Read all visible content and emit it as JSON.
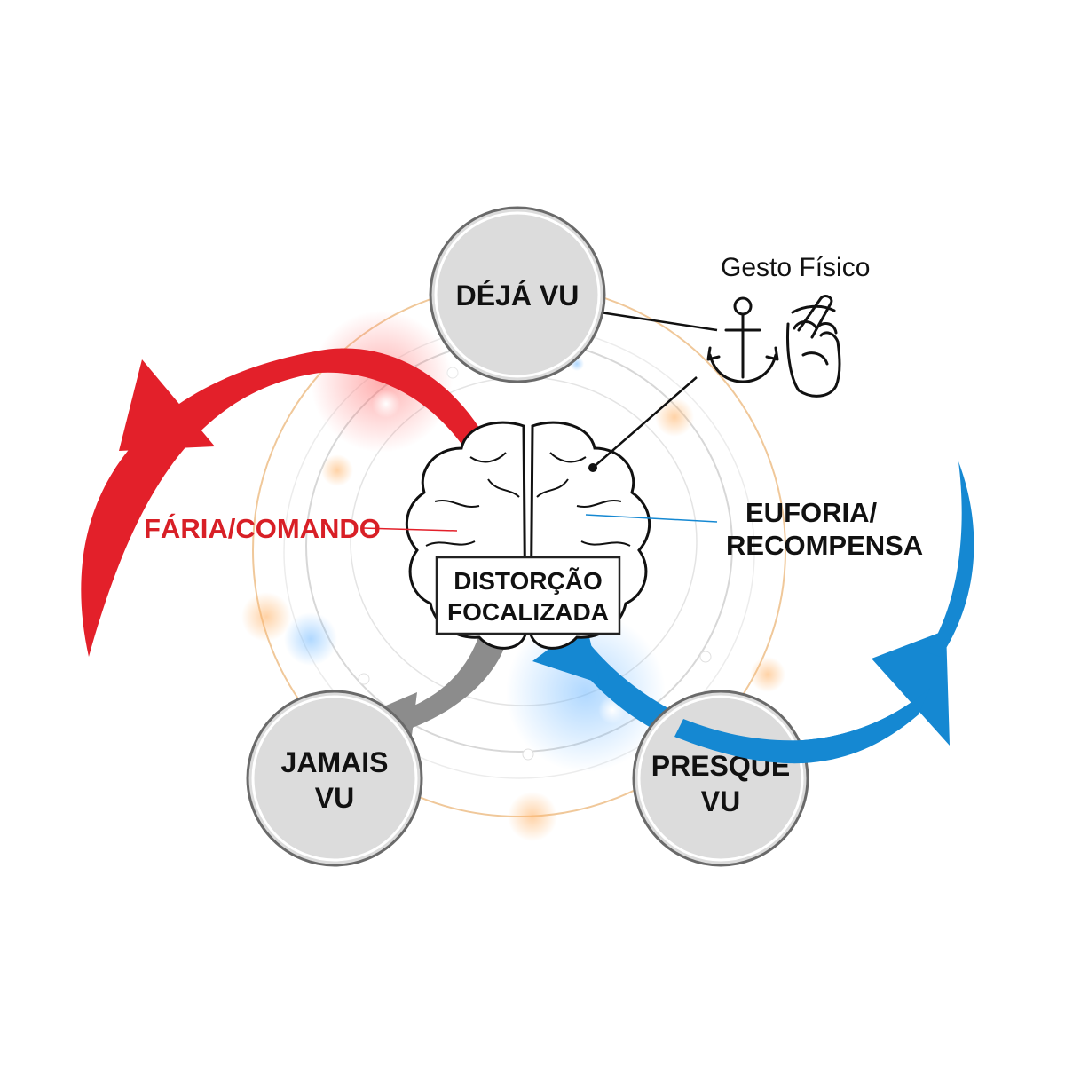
{
  "nodes": {
    "deja": {
      "lines": [
        "DÉJÁ VU"
      ]
    },
    "jamais": {
      "lines": [
        "JAMAIS",
        "VU"
      ]
    },
    "presque": {
      "lines": [
        "PRESQUE",
        "VU"
      ]
    }
  },
  "center": {
    "lines": [
      "DISTORÇÃO",
      "FOCALIZADA"
    ]
  },
  "labels": {
    "faria": "FÁRIA/COMANDO",
    "euforia": [
      "EUFORIA/",
      "RECOMPENSA"
    ],
    "gesture_title": "Gesto Físico"
  },
  "icons": {
    "brain": "brain-icon",
    "anchor": "anchor-icon",
    "gesture": "crossed-fingers-hand-icon"
  },
  "colors": {
    "red": "#e3202a",
    "blue": "#1588d2",
    "gray": "#8c8c8c",
    "node_fill": "#dcdcdc",
    "node_stroke": "#6a6a6a",
    "orbit_orange": "#f0c89a",
    "orbit_gray": "#d4d4d4",
    "text": "#111111"
  }
}
